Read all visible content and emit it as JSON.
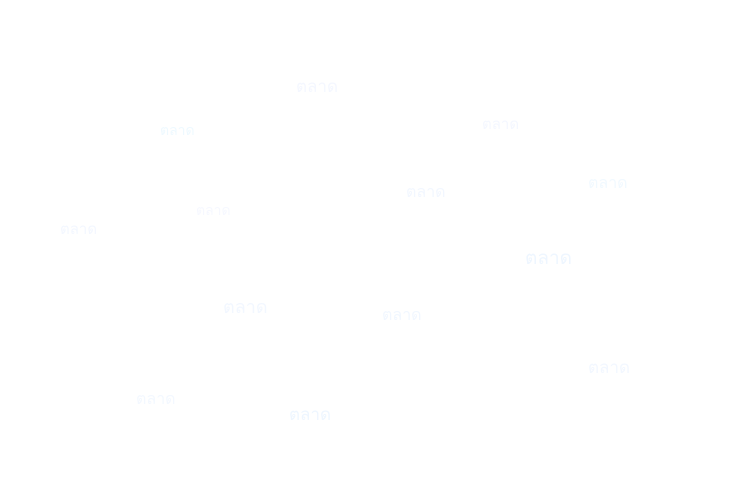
{
  "canvas": {
    "background_color": "#ffffff"
  },
  "words": [
    {
      "text": "ตลาด",
      "color": "#f4f7ff"
    },
    {
      "text": "ตลาด",
      "color": "#eef9ff"
    },
    {
      "text": "ตลาด",
      "color": "#f4f7ff"
    },
    {
      "text": "ตลาด",
      "color": "#f2f7ff"
    },
    {
      "text": "ตลาด",
      "color": "#f1f9ff"
    },
    {
      "text": "ตลาด",
      "color": "#f6f8ff"
    },
    {
      "text": "ตลาด",
      "color": "#f3f7ff"
    },
    {
      "text": "ตลาด",
      "color": "#eef6ff"
    },
    {
      "text": "ตลาด",
      "color": "#f2f7ff"
    },
    {
      "text": "ตลาด",
      "color": "#f1f7ff"
    },
    {
      "text": "ตลาด",
      "color": "#f2f7ff"
    },
    {
      "text": "ตลาด",
      "color": "#f3f8ff"
    },
    {
      "text": "ตลาด",
      "color": "#eef6ff"
    }
  ]
}
